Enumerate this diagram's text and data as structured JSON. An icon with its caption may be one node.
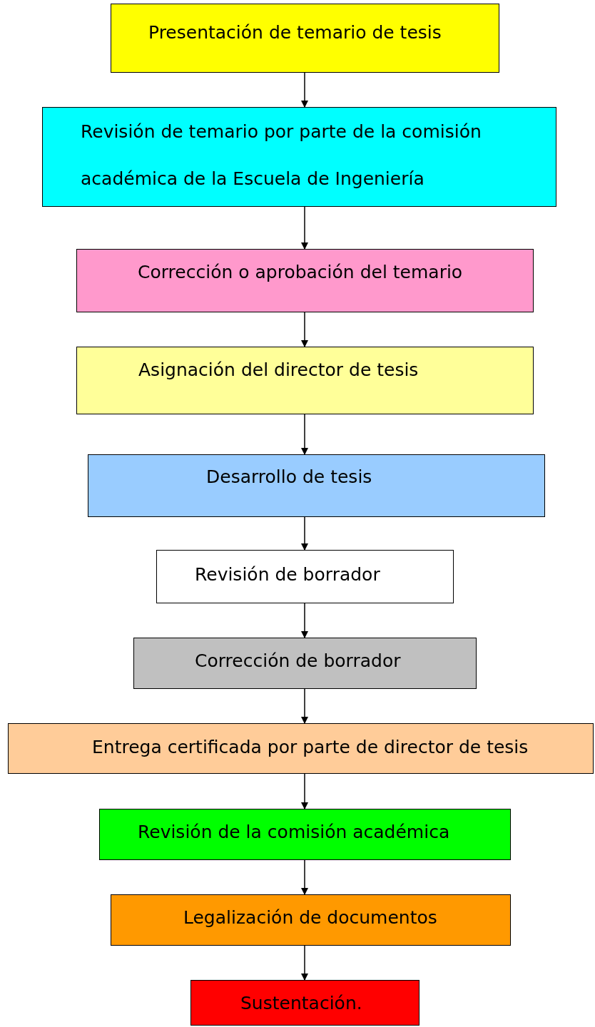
{
  "diagram": {
    "nodes": [
      {
        "text": [
          "Presentación de temario de tesis"
        ]
      },
      {
        "text": [
          "Revisión de temario por parte de la comisión académica de la Escuela de Ingeniería"
        ]
      },
      {
        "text": [
          "Corrección o aprobación del temario"
        ]
      },
      {
        "text": [
          "Asignación del director de tesis"
        ]
      },
      {
        "text": [
          "Desarrollo de tesis"
        ]
      },
      {
        "text": [
          "Revisión de borrador"
        ]
      },
      {
        "text": [
          "Corrección de borrador"
        ]
      },
      {
        "text": [
          "Entrega certificada por parte de director de tesis"
        ]
      },
      {
        "text": [
          "Revisión de la comisión académica"
        ]
      },
      {
        "text": [
          "Legalización de documentos"
        ]
      },
      {
        "text": [
          "Sustentación."
        ]
      }
    ],
    "edges": [
      {
        "from": 0,
        "to": 1,
        "arrow": "to"
      },
      {
        "from": 1,
        "to": 2,
        "arrow": "to"
      },
      {
        "from": 2,
        "to": 3,
        "arrow": "to"
      },
      {
        "from": 3,
        "to": 4,
        "arrow": "to"
      },
      {
        "from": 4,
        "to": 5,
        "arrow": "to"
      },
      {
        "from": 5,
        "to": 6,
        "arrow": "to"
      },
      {
        "from": 6,
        "to": 7,
        "arrow": "to"
      },
      {
        "from": 7,
        "to": 8,
        "arrow": "to"
      },
      {
        "from": 8,
        "to": 9,
        "arrow": "to"
      },
      {
        "from": 9,
        "to": 10,
        "arrow": "to"
      }
    ]
  }
}
